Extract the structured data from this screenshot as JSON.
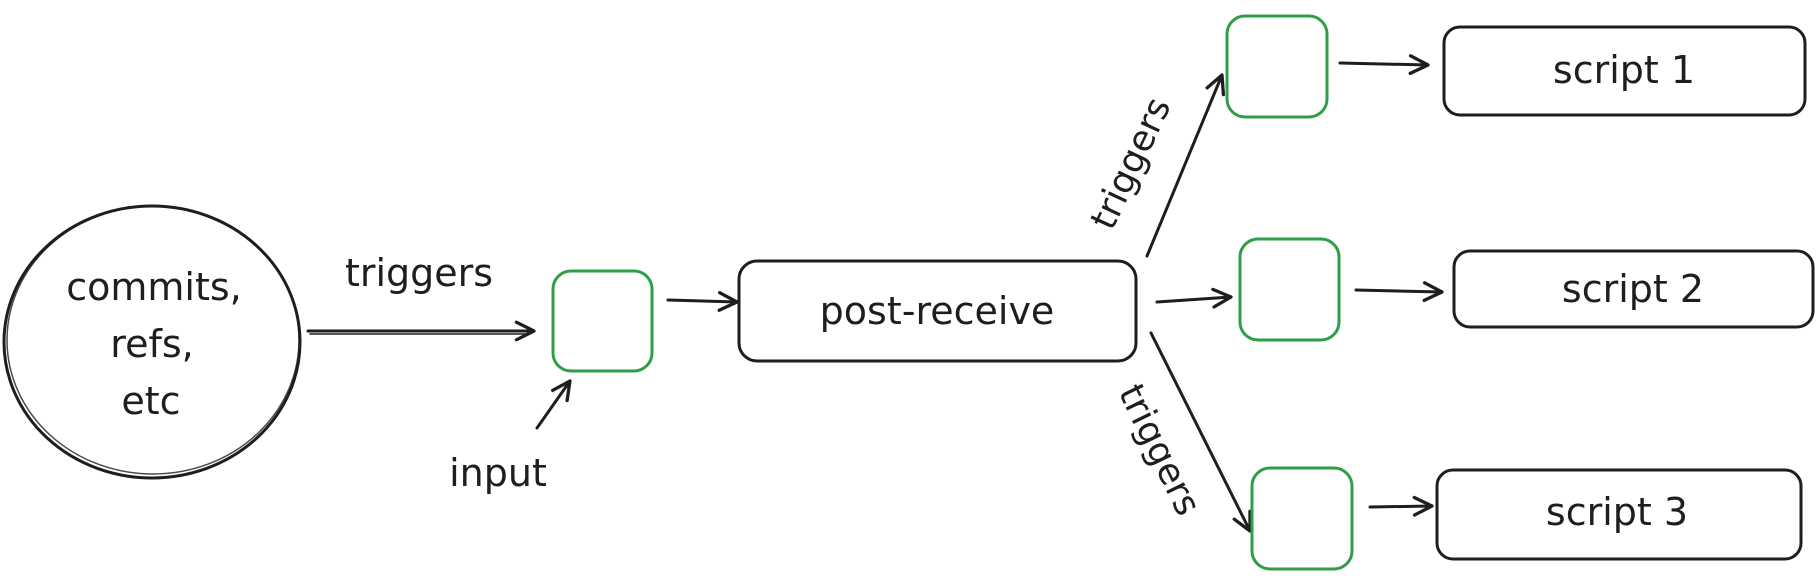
{
  "source": {
    "lines": [
      "commits,",
      "refs,",
      "etc"
    ]
  },
  "edges": {
    "source_to_hook": "triggers",
    "input": "input",
    "upper_branch": "triggers",
    "lower_branch": "triggers"
  },
  "hook": {
    "label": "post-receive"
  },
  "scripts": [
    {
      "label": "script 1"
    },
    {
      "label": "script 2"
    },
    {
      "label": "script 3"
    }
  ],
  "colors": {
    "stroke": "#1e1e1e",
    "queue_box": "#2f9e44",
    "background": "#ffffff"
  }
}
